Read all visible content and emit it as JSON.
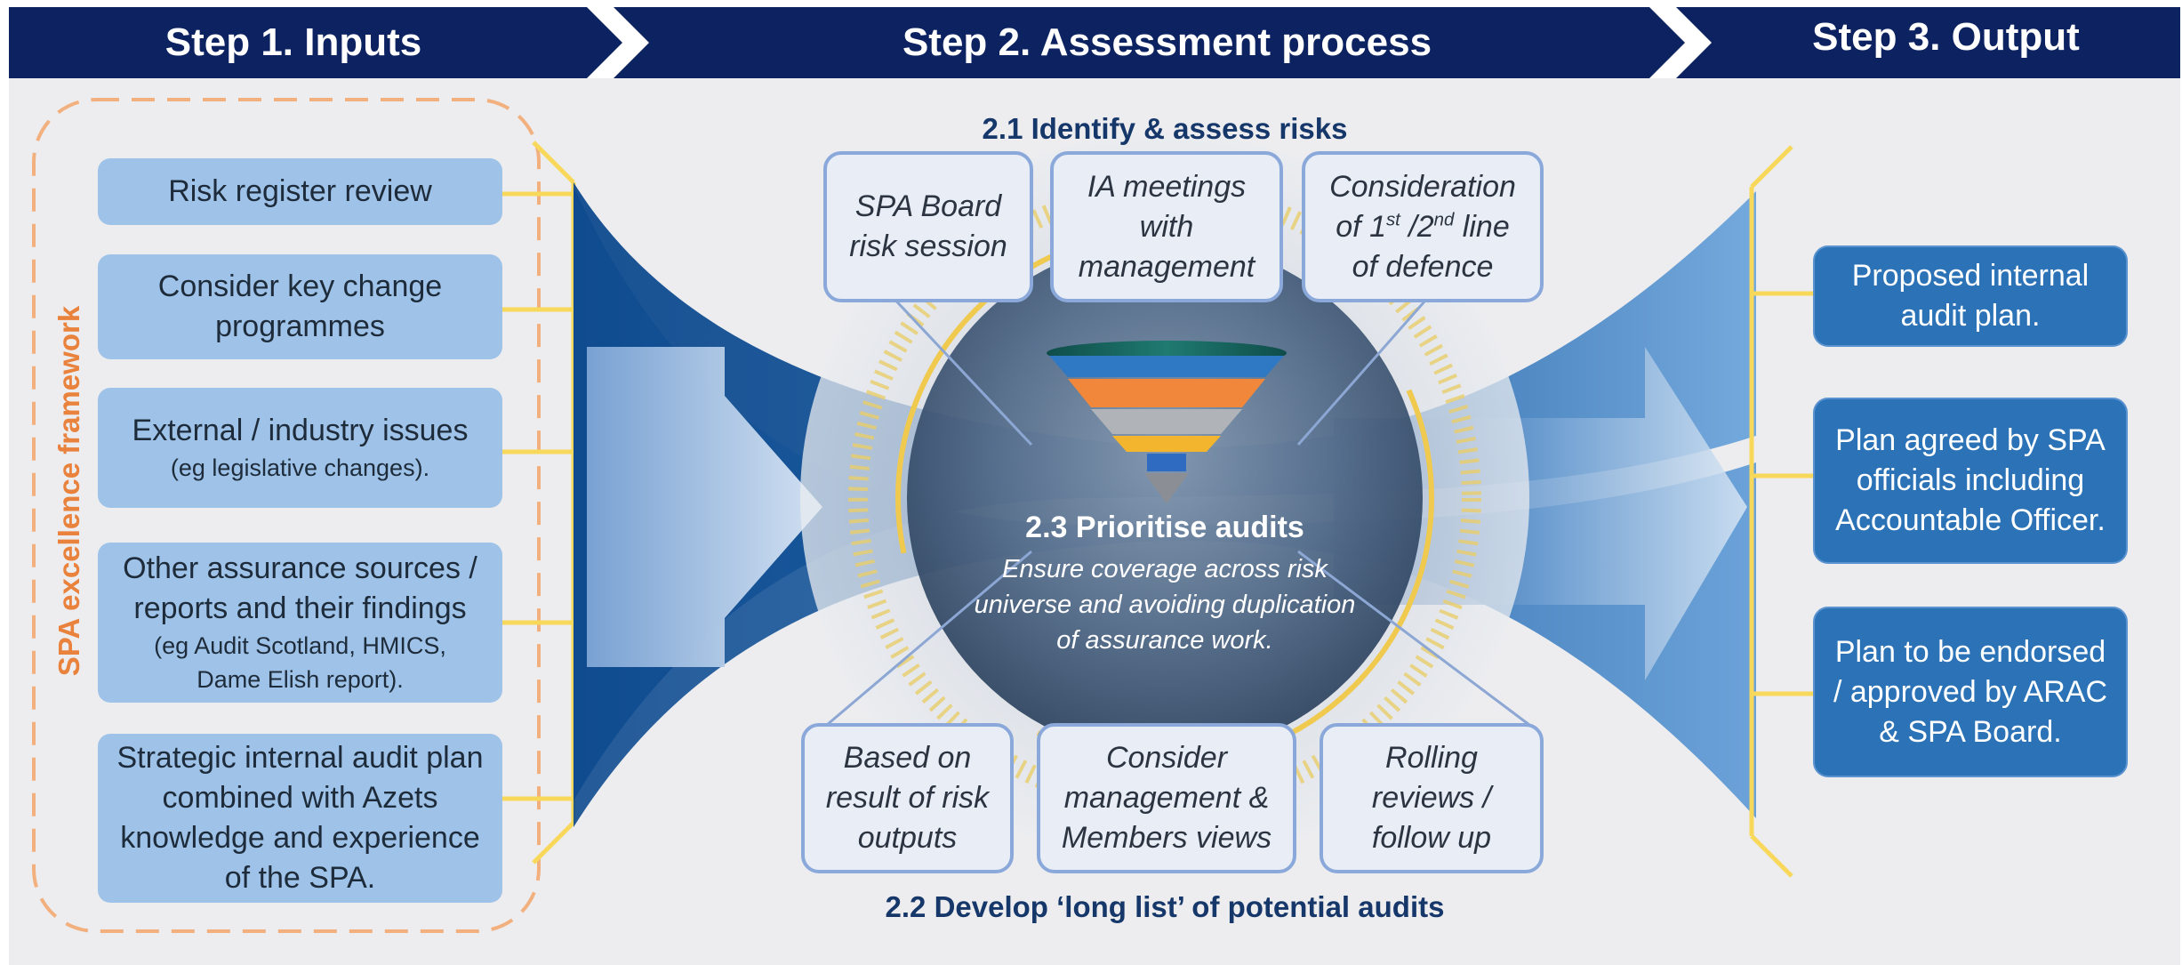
{
  "header": {
    "step1": "Step 1. Inputs",
    "step2": "Step 2. Assessment process",
    "step3": "Step 3.  Output"
  },
  "framework_label": "SPA excellence framework",
  "inputs": [
    {
      "text": "Risk register review"
    },
    {
      "text": "Consider key change programmes"
    },
    {
      "text": "External / industry issues",
      "sub": "(eg legislative changes)."
    },
    {
      "text": "Other assurance sources / reports and their findings",
      "sub": "(eg Audit Scotland, HMICS, Dame Elish report)."
    },
    {
      "text": "Strategic internal audit plan combined with Azets knowledge and experience of the SPA."
    }
  ],
  "assessment": {
    "identify_title": "2.1  Identify & assess risks",
    "identify_items": {
      "board": "SPA Board risk session",
      "ia": "IA meetings with management",
      "lod_a": "Consideration",
      "lod_b1": "of 1",
      "lod_sup1": "st",
      "lod_b2": " /2",
      "lod_sup2": "nd",
      "lod_b3": " line",
      "lod_c": "of defence"
    },
    "longlist_title": "2.2  Develop ‘long list’ of potential audits",
    "longlist_items": [
      "Based on result of risk outputs",
      "Consider management & Members views",
      "Rolling reviews / follow up"
    ],
    "prioritise_title": "2.3 Prioritise audits",
    "prioritise_desc": "Ensure coverage across risk universe and avoiding duplication of assurance work."
  },
  "outputs": [
    "Proposed internal audit plan.",
    "Plan agreed by SPA officials including Accountable Officer.",
    "Plan to be endorsed / approved by ARAC & SPA Board."
  ],
  "colors": {
    "header_navy": "#0d2260",
    "input_box": "#9fc3e8",
    "output_box": "#2b72b7",
    "connector_yellow": "#f7d85a",
    "dash_orange": "#f2b07e",
    "title_navy": "#16376a"
  }
}
